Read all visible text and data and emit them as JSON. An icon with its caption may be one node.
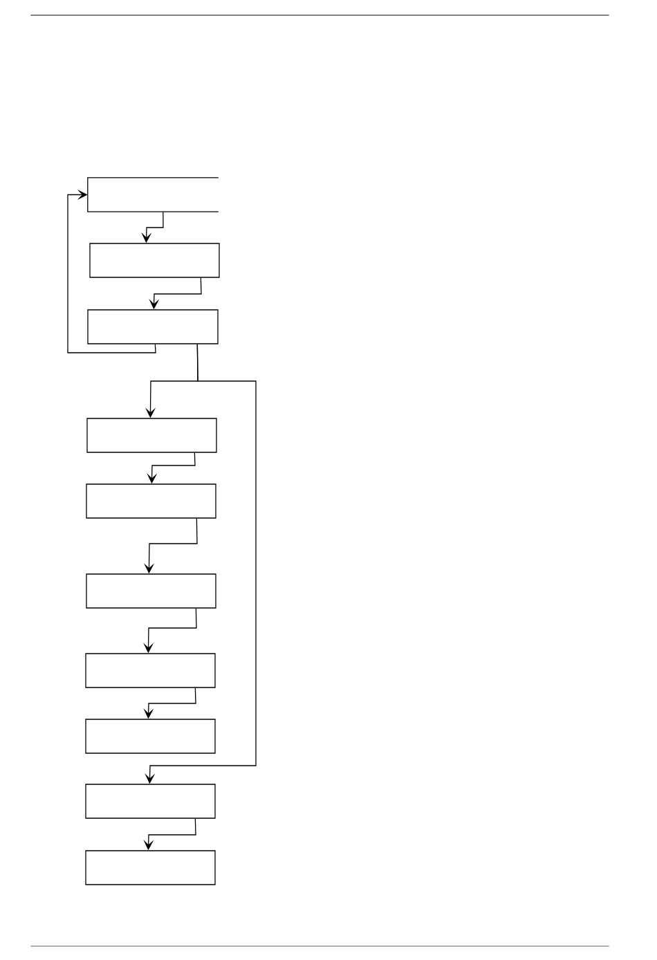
{
  "diagram": {
    "nodes": [
      {
        "text": [],
        "shape": "box"
      },
      {
        "text": [],
        "shape": "box"
      },
      {
        "text": [],
        "shape": "box"
      },
      {
        "text": [],
        "shape": "box"
      },
      {
        "text": [],
        "shape": "box"
      },
      {
        "text": [],
        "shape": "box"
      },
      {
        "text": [],
        "shape": "box"
      },
      {
        "text": [],
        "shape": "box"
      },
      {
        "text": [],
        "shape": "box"
      },
      {
        "text": [],
        "shape": "box"
      }
    ],
    "edges": [
      {
        "from": 0,
        "to": 1,
        "arrow": "to"
      },
      {
        "from": 1,
        "to": 2,
        "arrow": "to"
      },
      {
        "from": 2,
        "to": 0,
        "arrow": "to"
      },
      {
        "from": 2,
        "to": 3,
        "arrow": "to"
      },
      {
        "from": 2,
        "to": 8,
        "arrow": "to"
      },
      {
        "from": 3,
        "to": 4,
        "arrow": "to"
      },
      {
        "from": 4,
        "to": 5,
        "arrow": "to"
      },
      {
        "from": 5,
        "to": 6,
        "arrow": "to"
      },
      {
        "from": 6,
        "to": 7,
        "arrow": "to"
      },
      {
        "from": 8,
        "to": 9,
        "arrow": "to"
      }
    ]
  }
}
